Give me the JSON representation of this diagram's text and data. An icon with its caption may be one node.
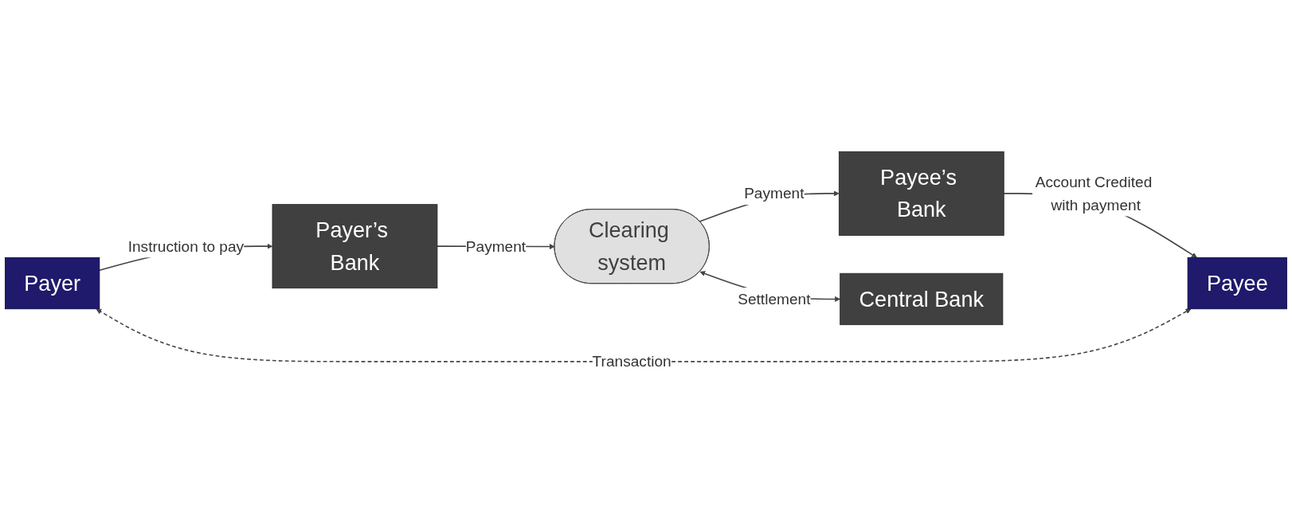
{
  "diagram": {
    "nodes": [
      {
        "text": [
          "Payer’s Bank"
        ]
      },
      {
        "text": [
          "Clearing system"
        ]
      },
      {
        "text": [
          "Payee’s Bank"
        ]
      },
      {
        "text": [
          "Central Bank"
        ]
      },
      {
        "text": [
          "Payer"
        ]
      },
      {
        "text": [
          "Payee"
        ]
      }
    ],
    "edges": [
      {
        "from": 0,
        "to": 1,
        "arrow": "to",
        "label": "Payment"
      },
      {
        "from": 1,
        "to": 2,
        "arrow": "to",
        "label": "Payment"
      },
      {
        "from": 1,
        "to": 3,
        "arrow": "both",
        "label": "Settlement"
      },
      {
        "from": 4,
        "to": 0,
        "arrow": "to",
        "label": "Instruction to pay"
      },
      {
        "from": 2,
        "to": 5,
        "arrow": "to",
        "label": "Account Credited with payment"
      },
      {
        "from": 4,
        "to": 5,
        "arrow": "both",
        "label": "Transaction",
        "style": "dashed"
      }
    ]
  }
}
